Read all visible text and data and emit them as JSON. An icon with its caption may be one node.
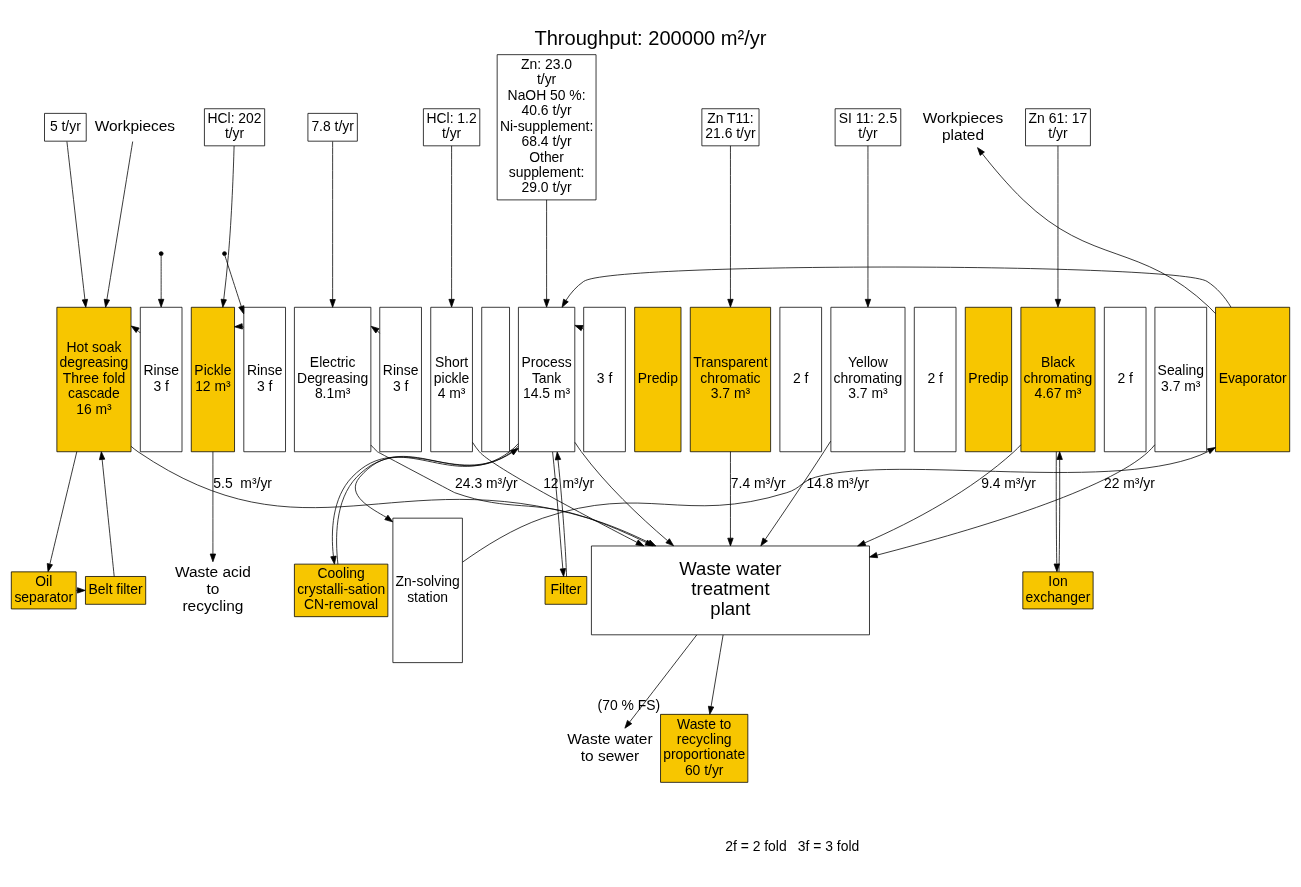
{
  "diagram": {
    "title": "Throughput: 200000 m²/yr",
    "nodes": [
      {
        "text": [
          "Workpieces"
        ]
      },
      {
        "text": [
          "5 t/yr"
        ]
      },
      {
        "text": [
          "HCl: 202 t/yr"
        ]
      },
      {
        "text": [
          "7.8 t/yr"
        ]
      },
      {
        "text": [
          "HCl: 1.2 t/yr"
        ]
      },
      {
        "text": [
          "Zn: 23.0 t/yr",
          "NaOH 50 %: 40.6 t/yr",
          "Ni-supplement: 68.4 t/yr",
          "Other supplement: 29.0 t/yr"
        ]
      },
      {
        "text": [
          "Zn T11: 21.6 t/yr"
        ]
      },
      {
        "text": [
          "SI 11: 2.5 t/yr"
        ]
      },
      {
        "text": [
          "Zn 61: 17 t/yr"
        ]
      },
      {
        "text": [
          "Hot soak degreasing",
          "Three fold cascade",
          "16 m³"
        ]
      },
      {
        "text": [
          "Rinse",
          "3 f"
        ]
      },
      {
        "text": [
          "Pickle",
          "12 m³"
        ]
      },
      {
        "text": [
          "Rinse",
          "3 f"
        ]
      },
      {
        "text": [
          "Electric Degreasing",
          "8.1m³"
        ]
      },
      {
        "text": [
          "Rinse",
          "3 f"
        ]
      },
      {
        "text": [
          "Short pickle",
          "4 m³"
        ]
      },
      {
        "text": [],
        "shape": "box"
      },
      {
        "text": [
          "Process Tank",
          "14.5 m³"
        ]
      },
      {
        "text": [
          "3 f"
        ]
      },
      {
        "text": [
          "Predip"
        ]
      },
      {
        "text": [
          "Transparent chromatic",
          "3.7 m³"
        ]
      },
      {
        "text": [
          "2 f"
        ]
      },
      {
        "text": [
          "Yellow chromating",
          "3.7 m³"
        ]
      },
      {
        "text": [
          "2 f"
        ]
      },
      {
        "text": [
          "Predip"
        ]
      },
      {
        "text": [
          "Black chromating",
          "4.67 m³"
        ]
      },
      {
        "text": [
          "2 f"
        ]
      },
      {
        "text": [
          "Sealing",
          "3.7 m³"
        ]
      },
      {
        "text": [
          "Evaporator"
        ]
      },
      {
        "text": [
          "Zn-solving station"
        ]
      },
      {
        "text": [
          "Workpieces plated"
        ]
      },
      {
        "text": [
          "Oil separator"
        ]
      },
      {
        "text": [
          "Belt filter"
        ]
      },
      {
        "text": [
          "Waste acid to recycling"
        ]
      },
      {
        "text": [
          "Filter"
        ]
      },
      {
        "text": [
          "Cooling crystalli-sation CN-removal"
        ]
      },
      {
        "text": [
          "Ion exchanger"
        ]
      },
      {
        "text": [
          "Waste water treatment plant"
        ]
      },
      {
        "text": [
          "Waste water to sewer"
        ]
      },
      {
        "text": [
          "Waste to recycling proportionate 60 t/yr"
        ],
        "beside": [
          "(70 % FS)"
        ]
      }
    ],
    "edges": [
      {
        "from": 0,
        "to": 9,
        "arrow": "to"
      },
      {
        "from": 1,
        "to": 9,
        "arrow": "to"
      },
      {
        "from": 2,
        "to": 11,
        "arrow": "to"
      },
      {
        "from": 3,
        "to": 13,
        "arrow": "to"
      },
      {
        "from": 4,
        "to": 15,
        "arrow": "to"
      },
      {
        "from": 5,
        "to": 17,
        "arrow": "to"
      },
      {
        "from": 6,
        "to": 20,
        "arrow": "to"
      },
      {
        "from": 7,
        "to": 22,
        "arrow": "to"
      },
      {
        "from": 8,
        "to": 25,
        "arrow": "to"
      },
      {
        "from": 10,
        "to": 9,
        "arrow": "to"
      },
      {
        "from": null,
        "to": 10,
        "arrow": "to"
      },
      {
        "from": 12,
        "to": 11,
        "arrow": "to"
      },
      {
        "from": null,
        "to": 12,
        "arrow": "to"
      },
      {
        "from": 14,
        "to": 13,
        "arrow": "to"
      },
      {
        "from": 18,
        "to": 17,
        "arrow": "to"
      },
      {
        "from": 28,
        "to": 17,
        "arrow": "to"
      },
      {
        "from": 28,
        "to": 30,
        "arrow": "to"
      },
      {
        "from": 9,
        "to": 31,
        "arrow": "to"
      },
      {
        "from": 31,
        "to": 32,
        "arrow": "to"
      },
      {
        "from": 32,
        "to": 9,
        "arrow": "to"
      },
      {
        "from": 11,
        "to": 33,
        "arrow": "to"
      },
      {
        "from": 17,
        "to": 34,
        "arrow": "to"
      },
      {
        "from": 34,
        "to": 17,
        "arrow": "to"
      },
      {
        "from": 17,
        "to": 35,
        "arrow": "to"
      },
      {
        "from": 35,
        "to": 17,
        "arrow": "to"
      },
      {
        "from": 17,
        "to": 29,
        "arrow": "to"
      },
      {
        "from": 29,
        "to": 28,
        "arrow": "to"
      },
      {
        "from": 25,
        "to": 36,
        "arrow": "to"
      },
      {
        "from": 36,
        "to": 25,
        "arrow": "to"
      },
      {
        "from": 15,
        "to": 37,
        "arrow": "to",
        "label": "12 m³/yr"
      },
      {
        "from": 17,
        "to": 37,
        "arrow": "to"
      },
      {
        "from": 20,
        "to": 37,
        "arrow": "to",
        "label": "7.4 m³/yr"
      },
      {
        "from": 22,
        "to": 37,
        "arrow": "to",
        "label": "14.8 m³/yr"
      },
      {
        "from": 13,
        "to": 37,
        "arrow": "to",
        "label": "24.3 m³/yr"
      },
      {
        "from": 25,
        "to": 37,
        "arrow": "to",
        "label": "9.4 m³/yr"
      },
      {
        "from": 9,
        "to": 37,
        "arrow": "to",
        "label": "5.5  m³/yr"
      },
      {
        "from": 27,
        "to": 37,
        "arrow": "to",
        "label": "22 m³/yr"
      },
      {
        "from": 37,
        "to": 38,
        "arrow": "to"
      },
      {
        "from": 37,
        "to": 39,
        "arrow": "to"
      }
    ],
    "labels": [
      "2f = 2 fold",
      "3f = 3 fold"
    ]
  }
}
